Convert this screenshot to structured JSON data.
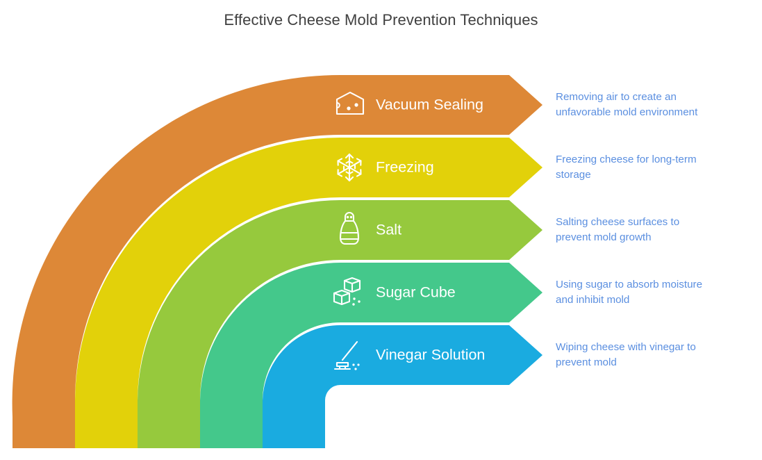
{
  "title": "Effective Cheese Mold Prevention Techniques",
  "colors": {
    "band_orange": "#dd8837",
    "band_yellow": "#e2d10a",
    "band_green": "#96c93d",
    "band_teal": "#44c88b",
    "band_blue": "#1aabe0",
    "title_text": "#404040",
    "label_text": "#ffffff",
    "description_text": "#5b8fe0",
    "background": "#ffffff"
  },
  "bands": [
    {
      "label": "Vacuum Sealing",
      "icon": "cheese-wedge-icon",
      "color": "#dd8837",
      "description_lines": [
        "Removing air to create an",
        "unfavorable mold environment"
      ]
    },
    {
      "label": "Freezing",
      "icon": "snowflake-icon",
      "color": "#e2d10a",
      "description_lines": [
        "Freezing cheese for long-term",
        "storage"
      ]
    },
    {
      "label": "Salt",
      "icon": "salt-shaker-icon",
      "color": "#96c93d",
      "description_lines": [
        "Salting cheese surfaces to",
        "prevent mold growth"
      ]
    },
    {
      "label": "Sugar Cube",
      "icon": "sugar-cube-icon",
      "color": "#44c88b",
      "description_lines": [
        "Using sugar to absorb moisture",
        "and inhibit mold"
      ]
    },
    {
      "label": "Vinegar Solution",
      "icon": "mop-icon",
      "color": "#1aabe0",
      "description_lines": [
        "Wiping cheese with vinegar to",
        "prevent mold"
      ]
    }
  ]
}
